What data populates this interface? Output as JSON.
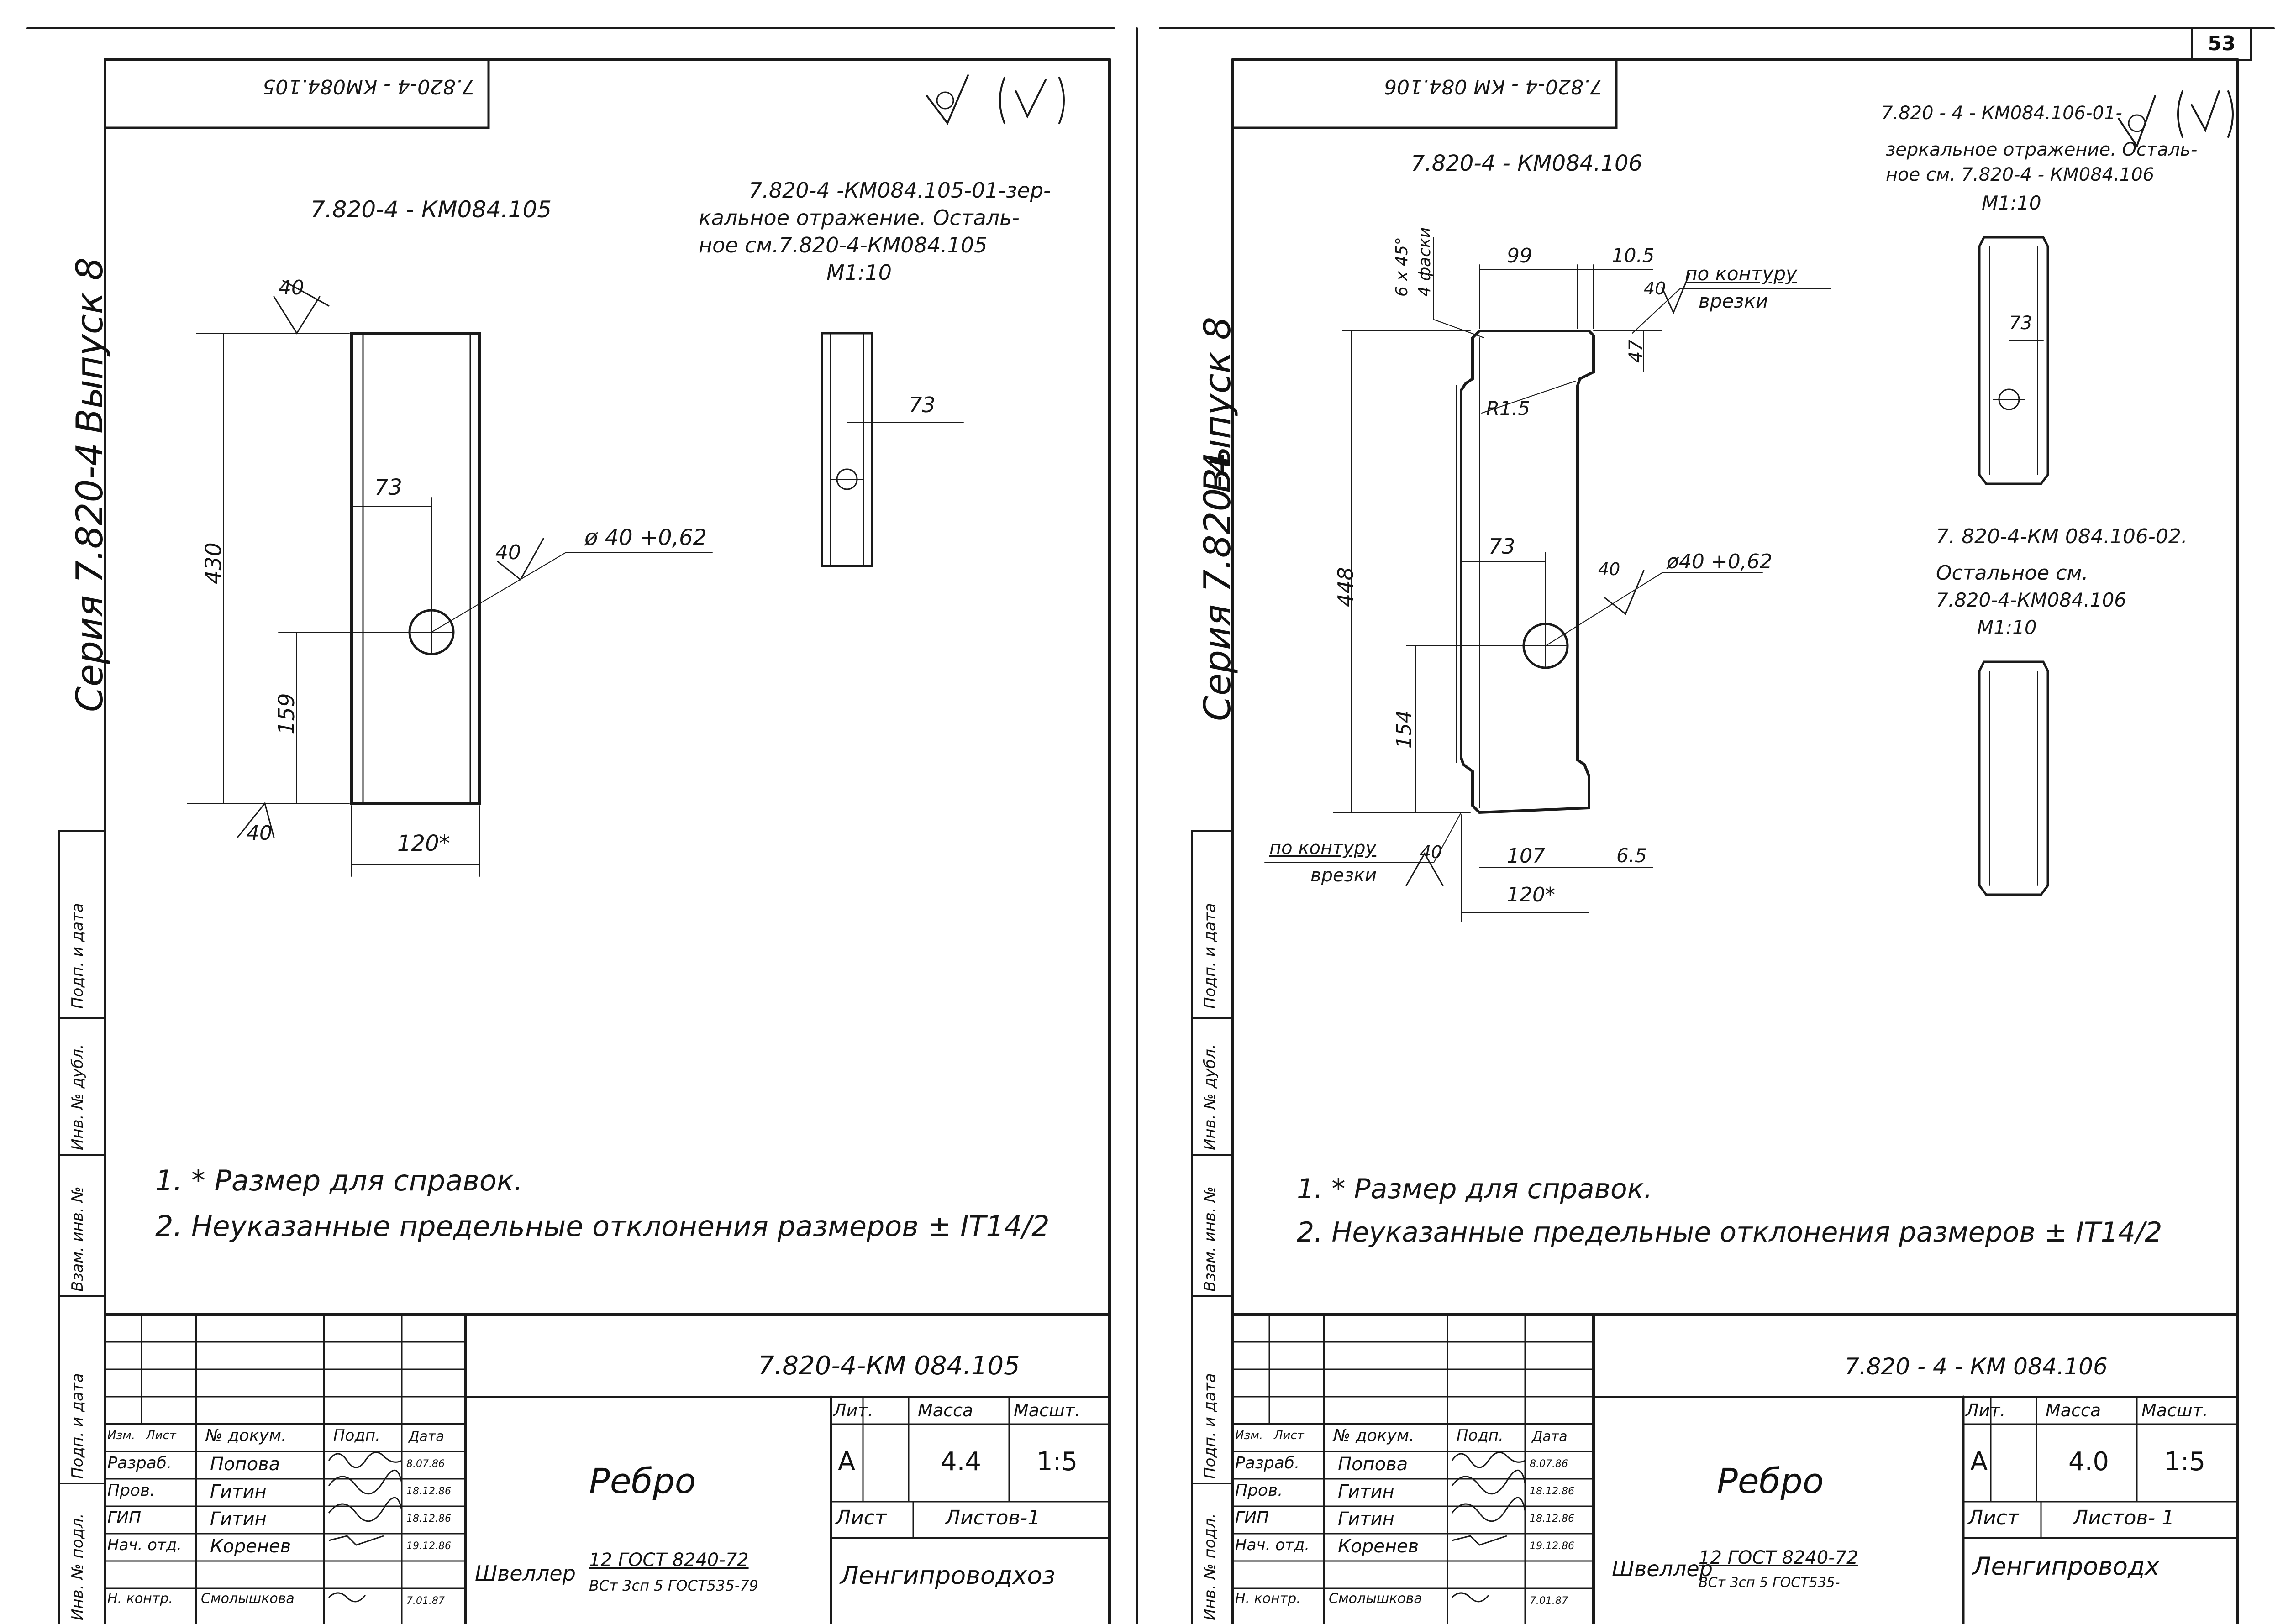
{
  "page_number": "53",
  "left": {
    "stamp": "7.820-4 - КМ084.105",
    "series": "Серия 7.820-4",
    "issue": "Выпуск 8",
    "roughness": "(√)",
    "main_title": "7.820-4 - КМ084.105",
    "mirror_note_1": "7.820-4 -КМ084.105-01-зер-",
    "mirror_note_2": "кальное отражение. Осталь-",
    "mirror_note_3": "ное см.7.820-4-КМ084.105",
    "mirror_scale": "М1:10",
    "dims": {
      "height": "430",
      "hole_y": "159",
      "hole_x": "73",
      "width": "120*",
      "hole_dia": "ø 40 +0,62",
      "weld_top": "40",
      "weld_side": "40",
      "weld_bottom": "40",
      "small_73": "73"
    },
    "notes": [
      "1. * Размер для справок.",
      "2. Неуказанные предельные отклонения размеров ± IT14/2"
    ],
    "side_stamp": [
      "Подп. и дата",
      "Инв. № дубл.",
      "Взам. инв. №",
      "Подп. и дата",
      "Инв. № подл."
    ],
    "title_block": {
      "code": "7.820-4-КМ 084.105",
      "name": "Ребро",
      "material_1": "Швеллер",
      "material_2": "12 ГОСТ 8240-72",
      "material_3": "ВСт 3сп 5 ГОСТ535-79",
      "org": "Ленгипроводхоз",
      "lit_h": "Лит.",
      "mass_h": "Масса",
      "scale_h": "Масшт.",
      "lit": "А",
      "mass": "4.4",
      "scale": "1:5",
      "sheet_h": "Лист",
      "sheets_h": "Листов-1",
      "head": [
        "Изм.",
        "Лист",
        "№ докум.",
        "Подп.",
        "Дата"
      ],
      "rows": [
        {
          "role": "Разраб.",
          "name": "Попова",
          "sig": "Попова",
          "date": "8.07.86"
        },
        {
          "role": "Пров.",
          "name": "Гитин",
          "sig": "Гитин",
          "date": "18.12.86"
        },
        {
          "role": "ГИП",
          "name": "Гитин",
          "sig": "Гитин",
          "date": "18.12.86"
        },
        {
          "role": "Нач. отд.",
          "name": "Коренев",
          "sig": "Коренев",
          "date": "19.12.86"
        },
        {
          "role": "Н. контр.",
          "name": "Смолышкова",
          "sig": "Смол.",
          "date": "7.01.87"
        }
      ]
    }
  },
  "right": {
    "stamp": "7.820-4 - КМ 084.106",
    "series": "Серия 7.820-4",
    "issue": "Выпуск 8",
    "roughness": "(√)",
    "main_title": "7.820-4 - КМ084.106",
    "mirror_note_1": "7.820 - 4 - КМ084.106-01-",
    "mirror_note_2": "зеркальное отражение. Осталь-",
    "mirror_note_3": "ное см. 7.820-4 - КМ084.106",
    "mirror_scale": "М1:10",
    "var2_note_1": "7. 820-4-КМ 084.106-02.",
    "var2_note_2": "Остальное см.",
    "var2_note_3": "7.820-4-КМ084.106",
    "var2_scale": "М1:10",
    "dims": {
      "height": "448",
      "hole_y": "154",
      "hole_x": "73",
      "top_w": "99",
      "top_r": "10.5",
      "top_h": "47",
      "radius": "R1.5",
      "chamfer_1": "6 x 45°",
      "chamfer_2": "4 фаски",
      "bottom_w": "107",
      "bottom_r": "6.5",
      "width": "120*",
      "hole_dia": "ø40 +0,62",
      "contour_1": "по контуру",
      "contour_2": "врезки",
      "weld": "40",
      "small_73": "73"
    },
    "notes": [
      "1. * Размер для справок.",
      "2. Неуказанные предельные отклонения размеров ± IT14/2"
    ],
    "side_stamp": [
      "Подп. и дата",
      "Инв. № дубл.",
      "Взам. инв. №",
      "Подп. и дата",
      "Инв. № подл."
    ],
    "title_block": {
      "code": "7.820 - 4 - КМ 084.106",
      "name": "Ребро",
      "material_1": "Швеллер",
      "material_2": "12 ГОСТ 8240-72",
      "material_3": "ВСт 3сп 5 ГОСТ535-",
      "org": "Ленгипроводх",
      "lit_h": "Лит.",
      "mass_h": "Масса",
      "scale_h": "Масшт.",
      "lit": "А",
      "mass": "4.0",
      "scale": "1:5",
      "sheet_h": "Лист",
      "sheets_h": "Листов- 1",
      "head": [
        "Изм.",
        "Лист",
        "№ докум.",
        "Подп.",
        "Дата"
      ],
      "rows": [
        {
          "role": "Разраб.",
          "name": "Попова",
          "sig": "Попова",
          "date": "8.07.86"
        },
        {
          "role": "Пров.",
          "name": "Гитин",
          "sig": "Гитин",
          "date": "18.12.86"
        },
        {
          "role": "ГИП",
          "name": "Гитин",
          "sig": "Гитин",
          "date": "18.12.86"
        },
        {
          "role": "Нач. отд.",
          "name": "Коренев",
          "sig": "Коренев",
          "date": "19.12.86"
        },
        {
          "role": "Н. контр.",
          "name": "Смолышкова",
          "sig": "Смол.",
          "date": "7.01.87"
        }
      ]
    }
  }
}
